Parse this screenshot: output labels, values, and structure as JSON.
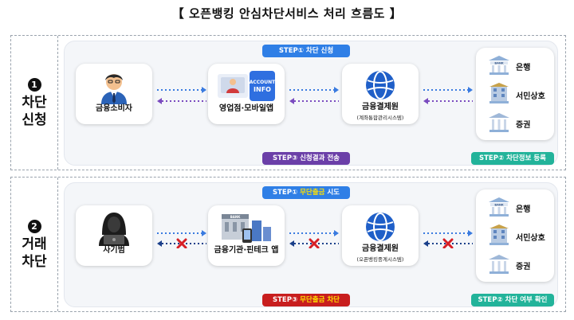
{
  "title": "【 오픈뱅킹 안심차단서비스 처리 흐름도 】",
  "section1": {
    "number": "1",
    "label": "차단 신청",
    "line1": "차단",
    "line2": "신청",
    "step1": "STEP① 차단 신청",
    "step2": "STEP② 차단정보 등록",
    "step3": "STEP③ 신청결과 전송",
    "consumer": "금융소비자",
    "app_label": "영업점·모바일앱",
    "account_info": "ACCOUNT INFO",
    "kftc": "금융결제원",
    "kftc_sub": "(계좌통합관리시스템)",
    "banks": [
      "은행",
      "서민상호",
      "증권"
    ],
    "bank_sign": "BANK"
  },
  "section2": {
    "number": "2",
    "label": "거래 차단",
    "line1": "거래",
    "line2": "차단",
    "step1_pre": "STEP① ",
    "step1_hl": "무단출금",
    "step1_post": " 시도",
    "step2": "STEP② 차단 여부 확인",
    "step3_pre": "STEP③ ",
    "step3_hl": "무단출금 차단",
    "fraud": "사기범",
    "fintech": "금융기관·핀테크 앱",
    "kftc": "금융결제원",
    "kftc_sub": "(오픈뱅킹중계시스템)",
    "banks": [
      "은행",
      "서민상호",
      "증권"
    ],
    "bank_sign": "BANK"
  },
  "colors": {
    "step_blue": "#2f7fe6",
    "step_purple": "#6b3fa8",
    "step_teal": "#22b39a",
    "step_red": "#c81e1e",
    "arrow_blue": "#3a7be0",
    "arrow_purple": "#7a4bbf",
    "block_x": "#d61f26"
  }
}
